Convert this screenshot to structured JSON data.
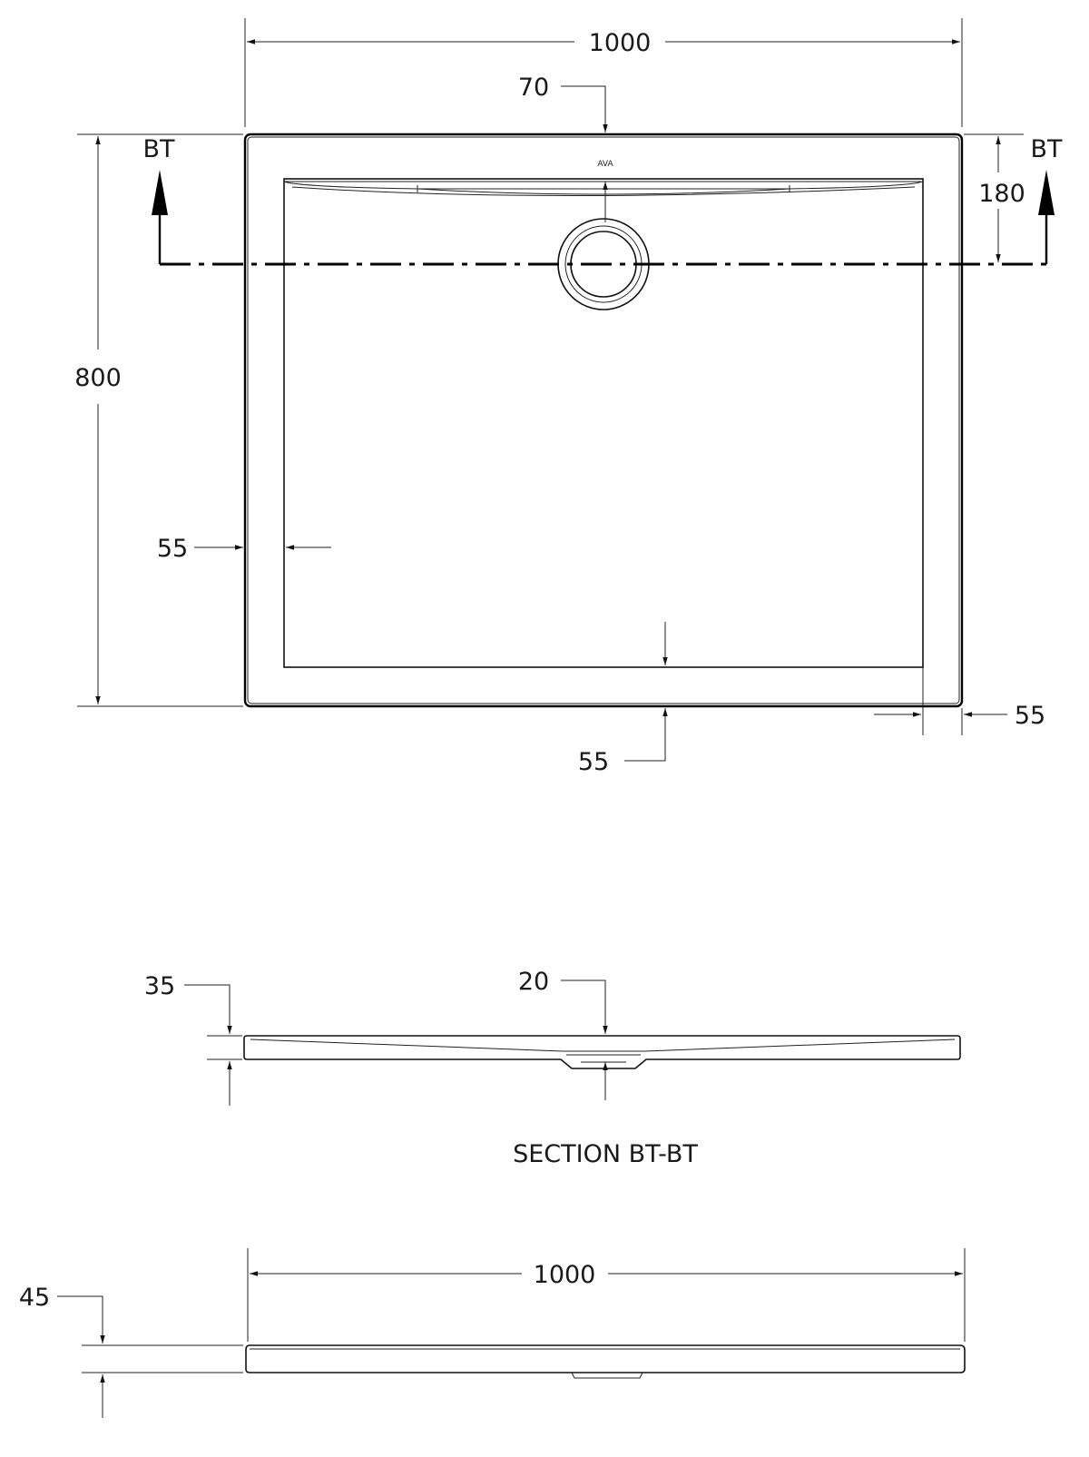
{
  "plan_view": {
    "overall_width": "1000",
    "overall_length": "800",
    "waste_offset_top": "70",
    "waste_center_from_edge": "180",
    "rim_left": "55",
    "rim_right": "55",
    "rim_bottom": "55",
    "section_marker_left": "BT",
    "section_marker_right": "BT",
    "logo": "AVA"
  },
  "section_view": {
    "height": "35",
    "fall_depth": "20",
    "caption": "SECTION BT-BT"
  },
  "side_view": {
    "width": "1000",
    "height": "45"
  }
}
